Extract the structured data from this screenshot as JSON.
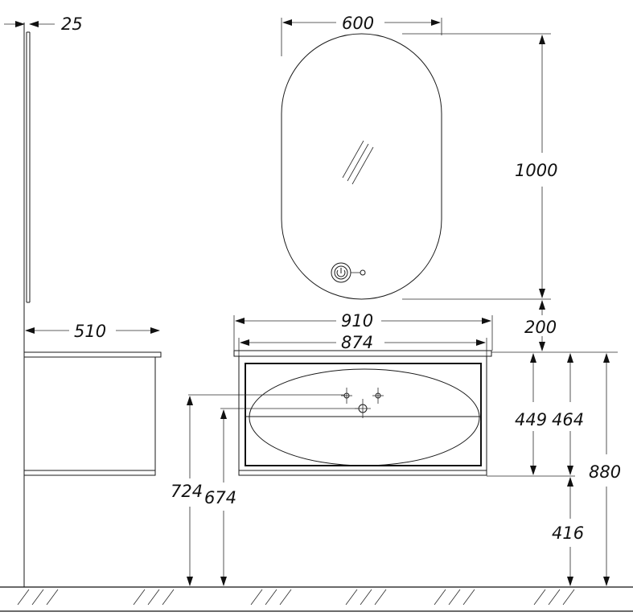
{
  "dimensions": {
    "mirror_depth": "25",
    "mirror_width": "600",
    "mirror_height": "1000",
    "cabinet_depth": "510",
    "top_width": "910",
    "body_width": "874",
    "gap_above_cabinet": "200",
    "drawer_height": "449",
    "cabinet_height": "464",
    "total_height": "880",
    "basin_top_height": "724",
    "overflow_height": "674",
    "floor_clearance": "416"
  },
  "icons": {
    "mirror_switch": "power-touch-icon",
    "glass_reflection": "glass-reflection-icon"
  }
}
